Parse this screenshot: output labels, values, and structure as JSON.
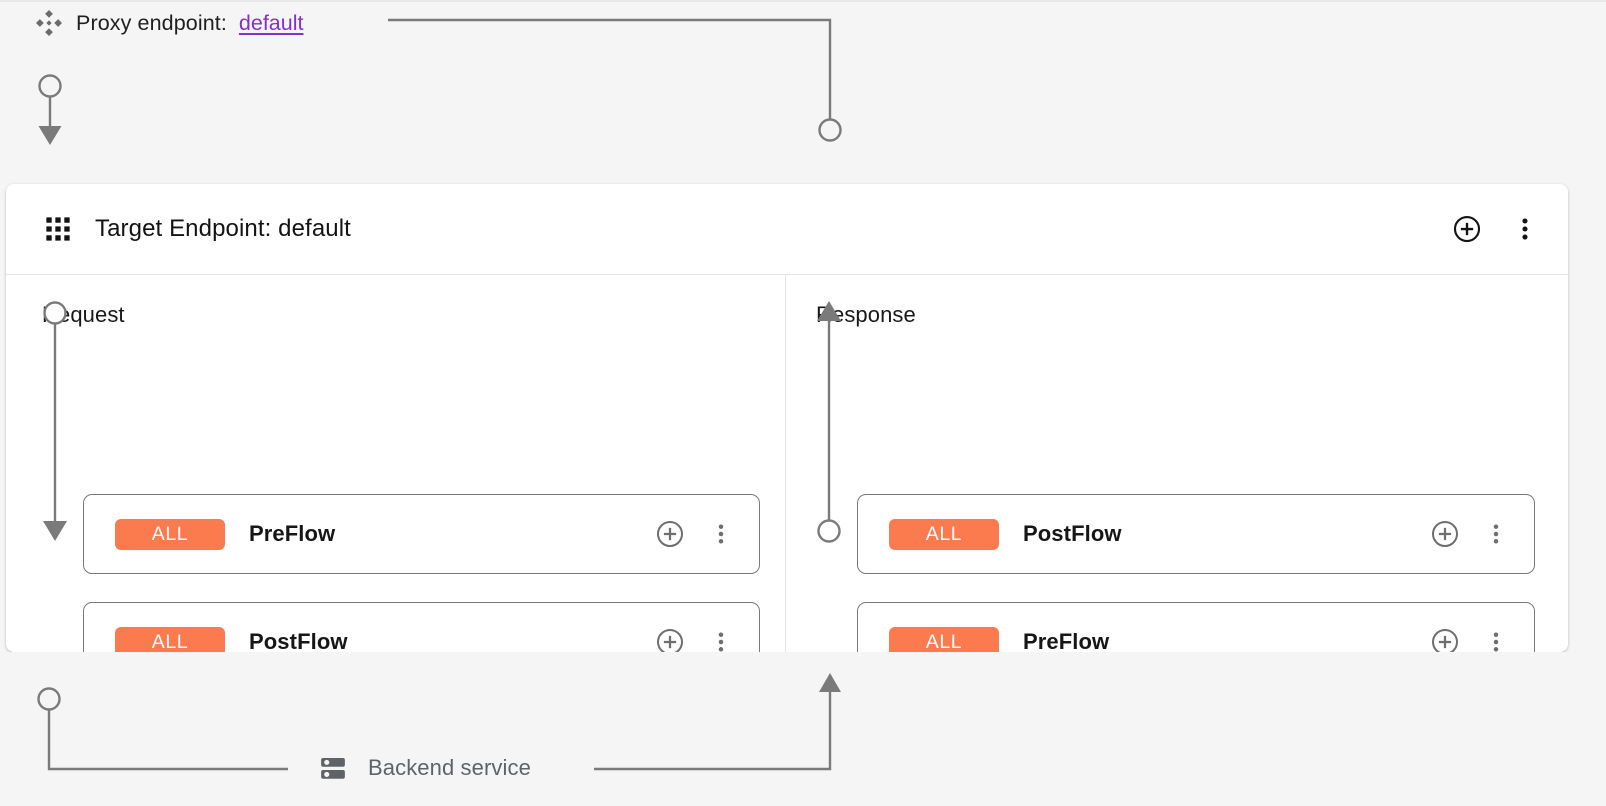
{
  "theme": {
    "page_background": "#f5f5f5",
    "panel_background": "#ffffff",
    "badge_color": "#fb7a4e",
    "badge_text_color": "#ffffff",
    "link_color": "#8430ce",
    "wire_color": "#7a7a7a",
    "card_border_color": "#79797b",
    "muted_text_color": "#5f6368"
  },
  "proxy": {
    "icon": "proxy-endpoint-icon",
    "label": "Proxy endpoint:",
    "value": "default"
  },
  "panel": {
    "icon": "apps-grid-icon",
    "title": "Target Endpoint: default",
    "actions": [
      {
        "name": "add-policy-button",
        "icon": "plus-circle-icon"
      },
      {
        "name": "more-options-button",
        "icon": "more-vert-icon"
      }
    ]
  },
  "columns": [
    {
      "key": "request",
      "title": "Request",
      "direction": "down",
      "rail": {
        "start": "circle",
        "end": "arrow-down"
      },
      "flows": [
        {
          "badge": "ALL",
          "name": "PreFlow"
        },
        {
          "badge": "ALL",
          "name": "PostFlow"
        }
      ]
    },
    {
      "key": "response",
      "title": "Response",
      "direction": "up",
      "rail": {
        "start": "arrow-up",
        "end": "circle"
      },
      "flows": [
        {
          "badge": "ALL",
          "name": "PostFlow"
        },
        {
          "badge": "ALL",
          "name": "PreFlow"
        }
      ]
    }
  ],
  "card_actions": [
    {
      "name": "add-step-button",
      "icon": "plus-circle-icon"
    },
    {
      "name": "flow-more-options-button",
      "icon": "more-vert-icon"
    }
  ],
  "backend": {
    "icon": "server-icon",
    "label": "Backend service"
  }
}
